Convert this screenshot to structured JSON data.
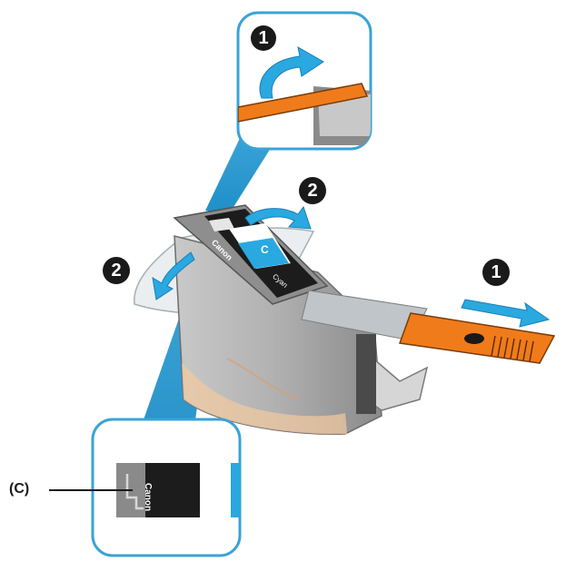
{
  "steps": {
    "step1": "1",
    "step2": "2"
  },
  "cartridge": {
    "brand": "Canon",
    "color_letter": "C",
    "color_name": "Cyan"
  },
  "callout_label": "(C)",
  "colors": {
    "cyan": "#29a9e0",
    "orange": "#f07b1a",
    "callout_border": "#3aa3d6",
    "cartridge_gray": "#9a9a9a",
    "dark": "#1a1a1a"
  }
}
